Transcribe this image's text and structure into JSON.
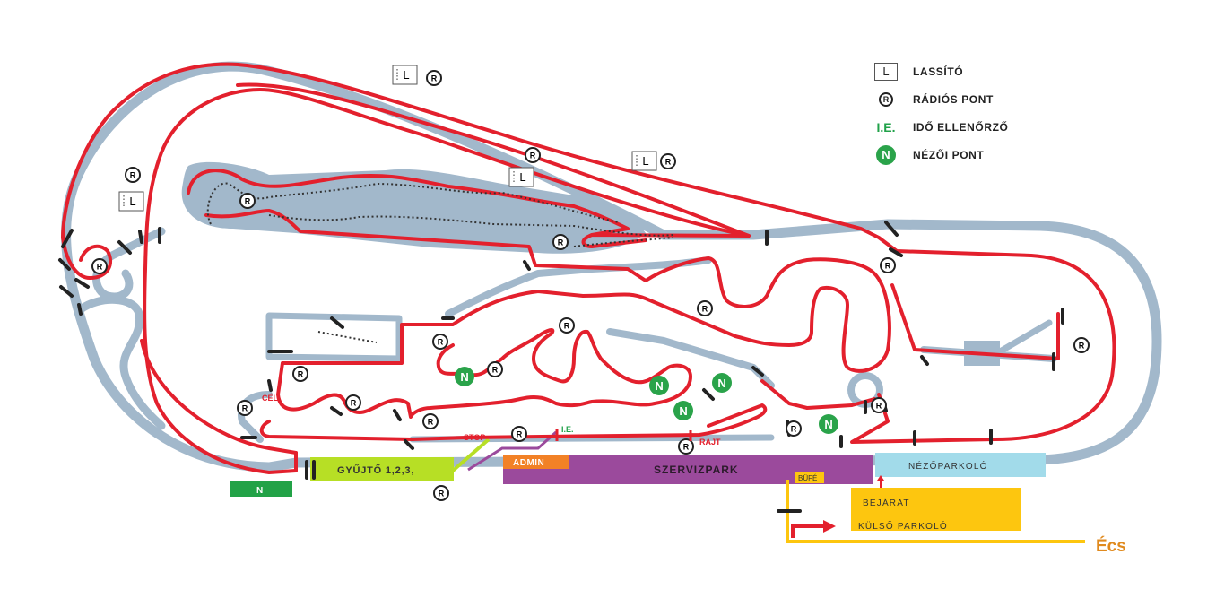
{
  "legend": {
    "items": [
      {
        "symbol": "L",
        "label": "LASSÍTÓ"
      },
      {
        "symbol": "R",
        "label": "RÁDIÓS PONT"
      },
      {
        "symbol": "I.E.",
        "label": "IDŐ ELLENŐRZŐ"
      },
      {
        "symbol": "N",
        "label": "NÉZŐI PONT"
      }
    ]
  },
  "labels": {
    "cel": "CÉL",
    "stop": "STOP",
    "ie": "I.E.",
    "rajt": "RAJT",
    "admin": "ADMIN",
    "szervizpark": "SZERVIZPARK",
    "nezoparkolo": "NÉZŐPARKOLÓ",
    "gyujto": "GYŰJTŐ 1,2,3,",
    "bufe": "BÜFÉ",
    "bejarat": "BEJÁRAT",
    "kulso_parkolo": "KÜLSŐ PARKOLÓ",
    "ecs": "Écs",
    "n_area": "N",
    "radio_symbol": "R",
    "slow_symbol": "L",
    "spectator_symbol": "N"
  },
  "colors": {
    "track": "#a2b8cb",
    "route": "#e3202d",
    "service_park": "#9b4a9c",
    "collector": "#b7df25",
    "admin": "#f28126",
    "spectator_parking": "#a2dbea",
    "external_parking": "#fdc60f",
    "spectator_point": "#2aa34a",
    "n_area": "#22a247",
    "ecs_text": "#e08a1e"
  }
}
